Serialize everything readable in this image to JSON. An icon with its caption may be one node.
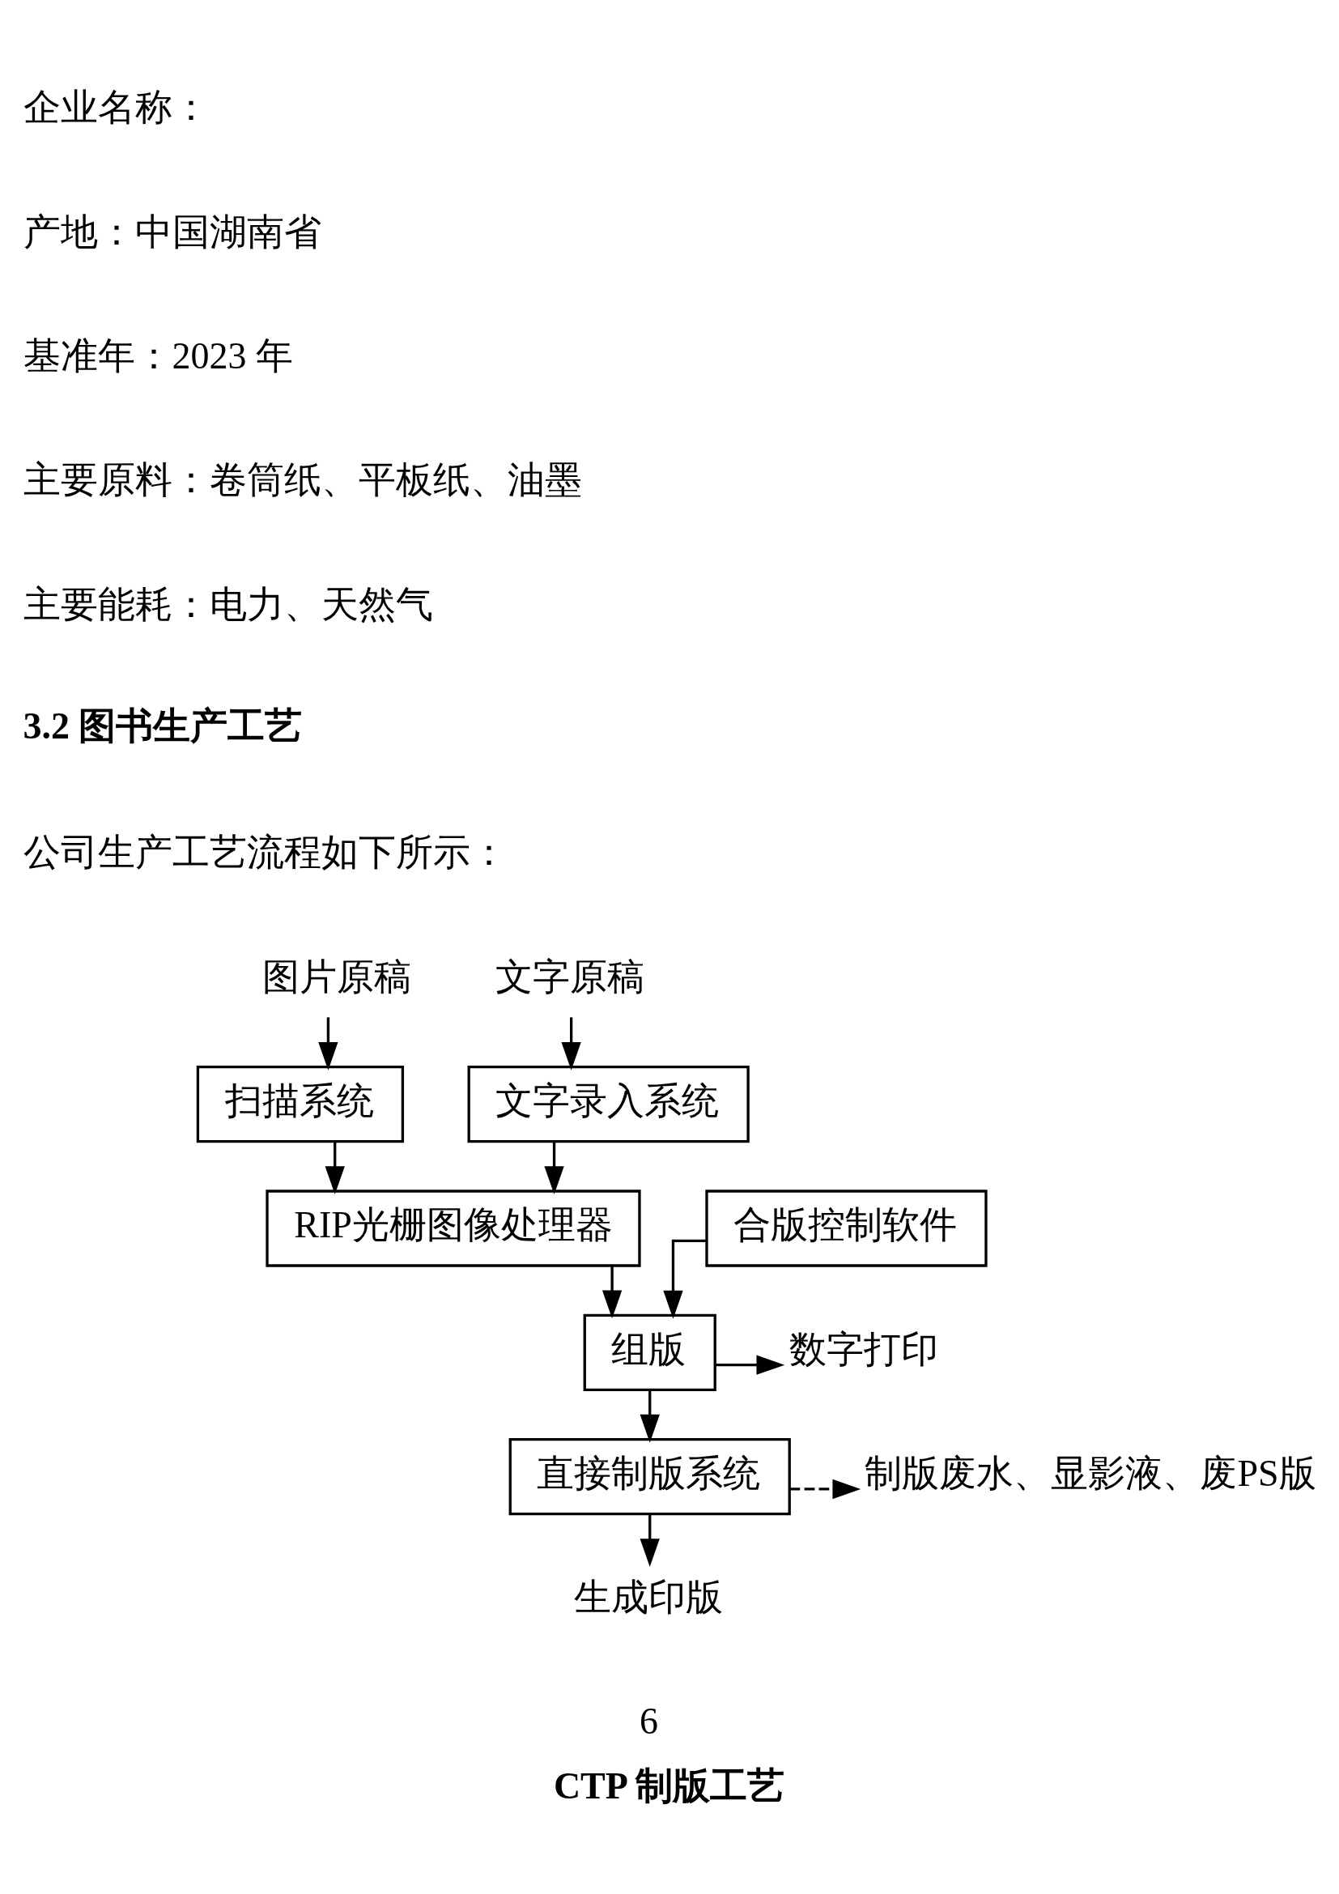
{
  "diagram": {
    "caption": "CTP 制版工艺",
    "nodes": [
      {
        "text": [
          "图片原稿"
        ]
      },
      {
        "text": [
          "文字原稿"
        ]
      },
      {
        "text": [
          "扫描系统"
        ]
      },
      {
        "text": [
          "文字录入系统"
        ]
      },
      {
        "text": [
          "RIP光栅图像处理器"
        ]
      },
      {
        "text": [
          "合版控制软件"
        ]
      },
      {
        "text": [
          "组版"
        ]
      },
      {
        "text": [
          "数字打印"
        ]
      },
      {
        "text": [
          "直接制版系统"
        ]
      },
      {
        "text": [
          "制版废水、显影液、废PS版"
        ]
      },
      {
        "text": [
          "生成印版"
        ]
      }
    ],
    "edges": [
      {
        "from": 0,
        "to": 2,
        "arrow": "to"
      },
      {
        "from": 1,
        "to": 3,
        "arrow": "to"
      },
      {
        "from": 2,
        "to": 4,
        "arrow": "to"
      },
      {
        "from": 3,
        "to": 4,
        "arrow": "to"
      },
      {
        "from": 4,
        "to": 6,
        "arrow": "to"
      },
      {
        "from": 5,
        "to": 6,
        "arrow": "to"
      },
      {
        "from": 6,
        "to": 7,
        "arrow": "to"
      },
      {
        "from": 6,
        "to": 8,
        "arrow": "to"
      },
      {
        "from": 8,
        "to": 9,
        "arrow": "to",
        "style": "dashed"
      },
      {
        "from": 8,
        "to": 10,
        "arrow": "to"
      }
    ],
    "labels": [
      "企业名称：",
      "产地：中国湖南省",
      "基准年：2023 年",
      "主要原料：卷筒纸、平板纸、油墨",
      "主要能耗：电力、天然气",
      "3.2 图书生产工艺",
      "公司生产工艺流程如下所示：",
      "6"
    ]
  }
}
